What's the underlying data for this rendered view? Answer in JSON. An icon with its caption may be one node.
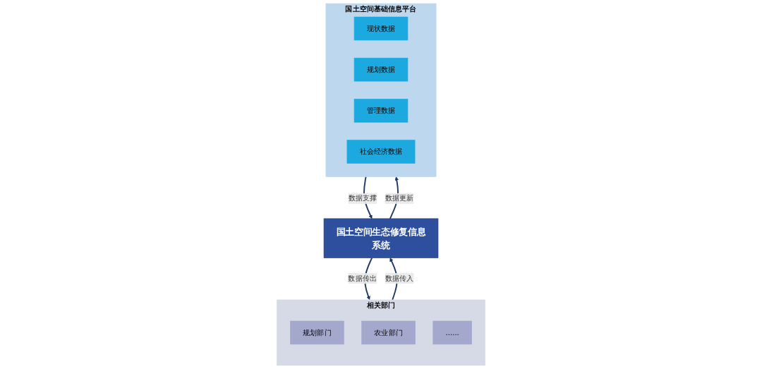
{
  "diagram": {
    "nodes": [
      {
        "text": [
          "国土空间生态修复信息系统"
        ]
      },
      {
        "text": [
          "相关部门"
        ]
      },
      {
        "text": [
          "规划部门"
        ],
        "in": 1
      },
      {
        "text": [
          "农业部门"
        ],
        "in": 1
      },
      {
        "text": [
          "......"
        ],
        "in": 1
      },
      {
        "text": [
          "国土空间基础信息平台"
        ]
      },
      {
        "text": [
          "现状数据"
        ],
        "in": 5
      },
      {
        "text": [
          "规划数据"
        ],
        "in": 5
      },
      {
        "text": [
          "管理数据"
        ],
        "in": 5
      },
      {
        "text": [
          "社会经济数据"
        ],
        "in": 5
      }
    ],
    "edges": [
      {
        "from": 0,
        "to": 1,
        "arrow": "to",
        "label": "数据传出"
      },
      {
        "from": 1,
        "to": 0,
        "arrow": "to",
        "label": "数据传入"
      },
      {
        "from": 5,
        "to": 0,
        "arrow": "to",
        "label": "数据支撑"
      },
      {
        "from": 0,
        "to": 5,
        "arrow": "to",
        "label": "数据更新"
      }
    ]
  }
}
